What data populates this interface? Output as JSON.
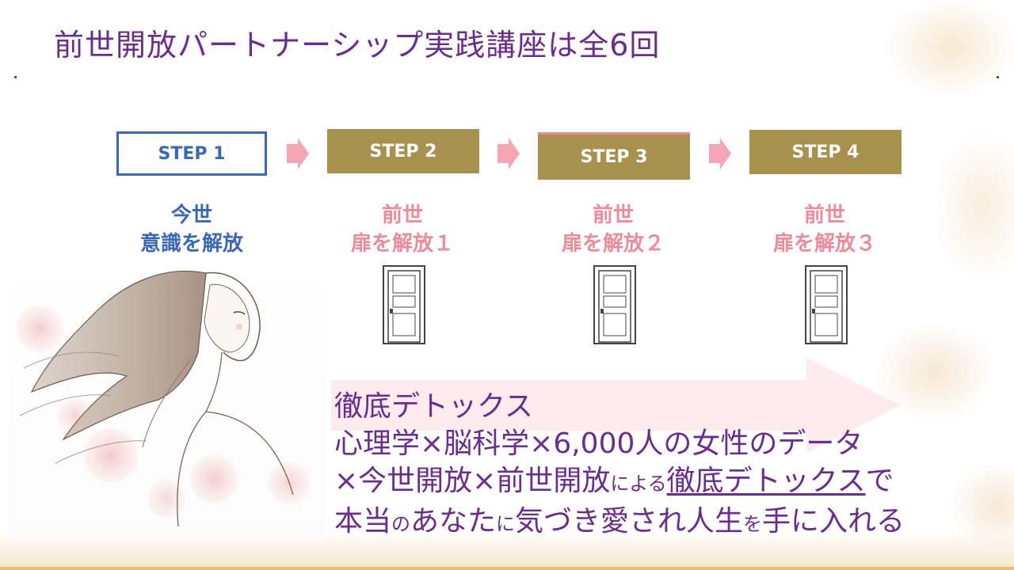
{
  "slide": {
    "title": "前世開放パートナーシップ実践講座は全6回"
  },
  "steps": [
    {
      "label": "STEP 1",
      "line1": "今世",
      "line2": "意識を解放",
      "style": "outline"
    },
    {
      "label": "STEP 2",
      "line1": "前世",
      "line2": "扉を解放１",
      "style": "gold"
    },
    {
      "label": "STEP 3",
      "line1": "前世",
      "line2": "扉を解放２",
      "style": "gold"
    },
    {
      "label": "STEP 4",
      "line1": "前世",
      "line2": "扉を解放３",
      "style": "gold"
    }
  ],
  "copy": {
    "headline": "徹底デトックス",
    "line2": "心理学×脳科学×6,000人の女性のデータ",
    "line3_a": "×今世開放×前世開放",
    "line3_small": "による",
    "line3_ul": "徹底デトックス",
    "line3_end": "で",
    "line4_a": "本当",
    "line4_s1": "の",
    "line4_b": "あなた",
    "line4_s2": "に",
    "line4_c": "気づき愛され人生",
    "line4_s3": "を",
    "line4_d": "手に入れる"
  },
  "colors": {
    "title_purple": "#6b2c8e",
    "step1_blue": "#3b67b3",
    "step_gold": "#a8904f",
    "label_pink": "#ec8b9a",
    "arrow_pink": "#f4a6b4"
  },
  "icons": {
    "arrow": "chevron-arrow-right",
    "door": "door-icon",
    "illustration": "woman-with-flowers-illustration"
  }
}
